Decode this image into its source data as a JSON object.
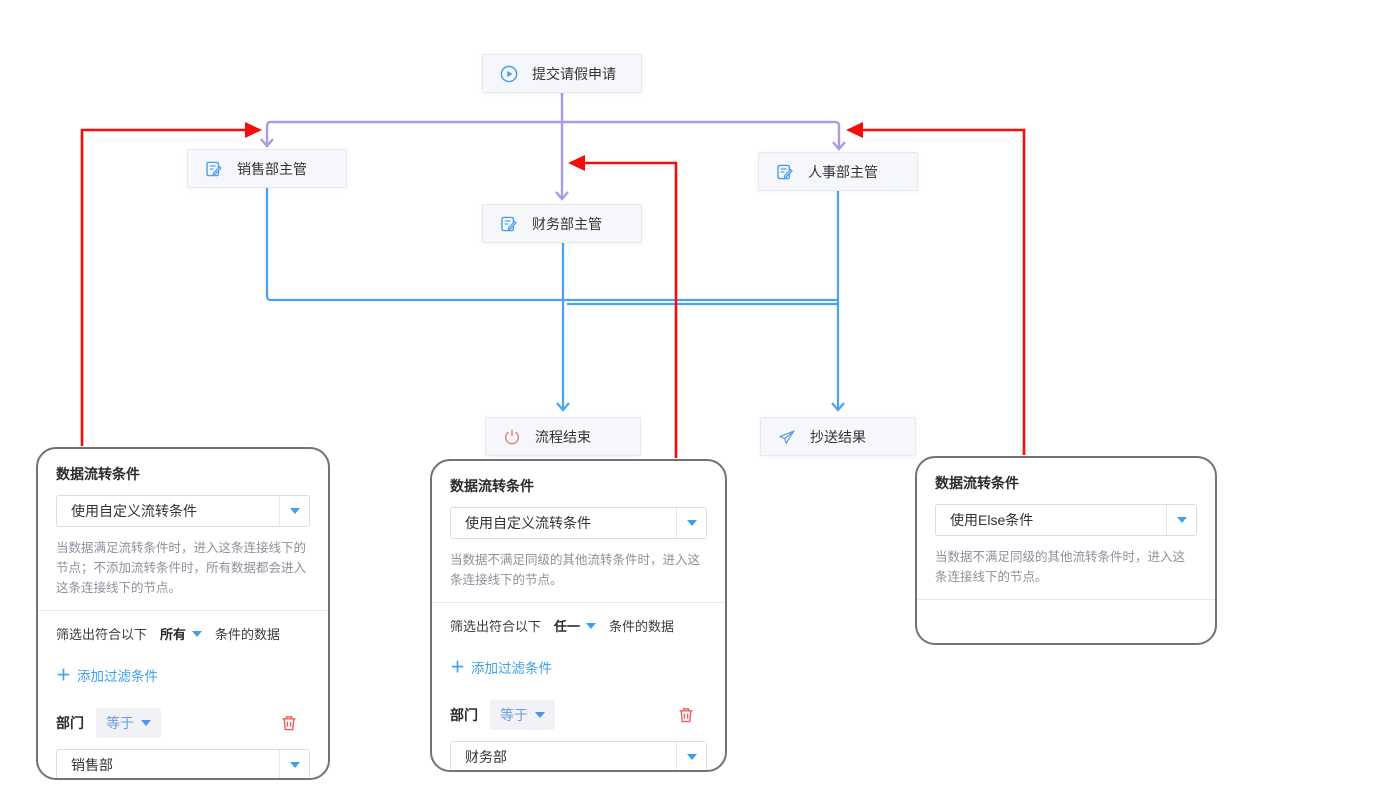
{
  "flow": {
    "nodes": {
      "start": {
        "label": "提交请假申请",
        "icon": "play-circle-icon"
      },
      "sales": {
        "label": "销售部主管",
        "icon": "edit-doc-icon"
      },
      "hr": {
        "label": "人事部主管",
        "icon": "edit-doc-icon"
      },
      "finance": {
        "label": "财务部主管",
        "icon": "edit-doc-icon"
      },
      "end": {
        "label": "流程结束",
        "icon": "power-icon"
      },
      "cc": {
        "label": "抄送结果",
        "icon": "paper-plane-icon"
      }
    }
  },
  "panels": [
    {
      "title": "数据流转条件",
      "condition_select": "使用自定义流转条件",
      "description": "当数据满足流转条件时，进入这条连接线下的节点；不添加流转条件时，所有数据都会进入这条连接线下的节点。",
      "filter_prefix": "筛选出符合以下",
      "filter_mode": "所有",
      "filter_suffix": "条件的数据",
      "add_filter": "添加过滤条件",
      "field": "部门",
      "operator": "等于",
      "value": "销售部"
    },
    {
      "title": "数据流转条件",
      "condition_select": "使用自定义流转条件",
      "description": "当数据不满足同级的其他流转条件时，进入这条连接线下的节点。",
      "filter_prefix": "筛选出符合以下",
      "filter_mode": "任一",
      "filter_suffix": "条件的数据",
      "add_filter": "添加过滤条件",
      "field": "部门",
      "operator": "等于",
      "value": "财务部"
    },
    {
      "title": "数据流转条件",
      "condition_select": "使用Else条件",
      "description": "当数据不满足同级的其他流转条件时，进入这条连接线下的节点。"
    }
  ],
  "icons": {
    "plus": "＋"
  },
  "colors": {
    "purple_line": "#ab9ae6",
    "blue_line": "#4aa2f5",
    "red_line": "#f50c0c",
    "link_blue": "#3d9ff0",
    "danger_red": "#ef5d5d",
    "node_bg": "#f6f7fa",
    "panel_border": "#737373"
  }
}
